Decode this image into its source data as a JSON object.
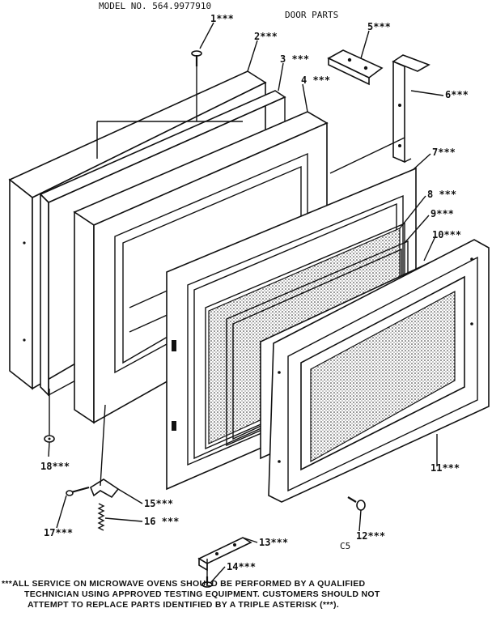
{
  "header": {
    "model": "MODEL NO. 564.9977910",
    "title": "DOOR PARTS"
  },
  "callouts": [
    {
      "id": "1",
      "text": "1***"
    },
    {
      "id": "2",
      "text": "2***"
    },
    {
      "id": "3",
      "text": "3 ***"
    },
    {
      "id": "4",
      "text": "4 ***"
    },
    {
      "id": "5",
      "text": "5***"
    },
    {
      "id": "6",
      "text": "6***"
    },
    {
      "id": "7",
      "text": "7***"
    },
    {
      "id": "8",
      "text": "8 ***"
    },
    {
      "id": "9",
      "text": "9***"
    },
    {
      "id": "10",
      "text": "10***"
    },
    {
      "id": "11",
      "text": "11***"
    },
    {
      "id": "12",
      "text": "12***"
    },
    {
      "id": "13",
      "text": "13***"
    },
    {
      "id": "14",
      "text": "14***"
    },
    {
      "id": "15",
      "text": "15***"
    },
    {
      "id": "16",
      "text": "16 ***"
    },
    {
      "id": "17",
      "text": "17***"
    },
    {
      "id": "18",
      "text": "18***"
    }
  ],
  "figure_code": "C5",
  "footnote": {
    "line1": "***ALL SERVICE ON MICROWAVE OVENS SHOULD BE PERFORMED BY A QUALIFIED",
    "line2": "TECHNICIAN USING APPROVED TESTING EQUIPMENT. CUSTOMERS SHOULD NOT",
    "line3": "ATTEMPT TO REPLACE PARTS IDENTIFIED BY A TRIPLE ASTERISK (***)."
  }
}
